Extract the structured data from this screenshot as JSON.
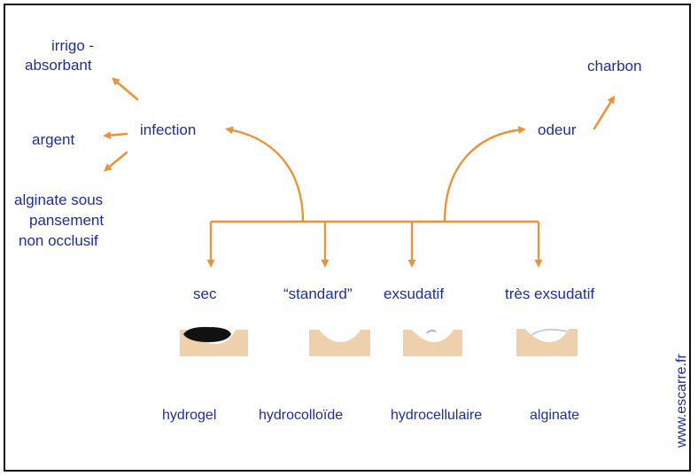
{
  "colors": {
    "text": "#1f2f8f",
    "arrow": "#e8943a",
    "tissue": "#efd0ad",
    "necrosis": "#111111"
  },
  "top": {
    "infection": "infection",
    "odeur": "odeur",
    "charbon": "charbon",
    "irrigo_line1": "irrigo -",
    "irrigo_line2": "absorbant",
    "argent": "argent",
    "alginate_line1": "alginate sous",
    "alginate_line2": "pansement",
    "alginate_line3": "non occlusif"
  },
  "categories": [
    {
      "label": "sec",
      "product": "hydrogel"
    },
    {
      "label": "“standard”",
      "product": "hydrocolloïde"
    },
    {
      "label": "exsudatif",
      "product": "hydrocellulaire"
    },
    {
      "label": "très exsudatif",
      "product": "alginate"
    }
  ],
  "watermark": "www.escarre.fr"
}
